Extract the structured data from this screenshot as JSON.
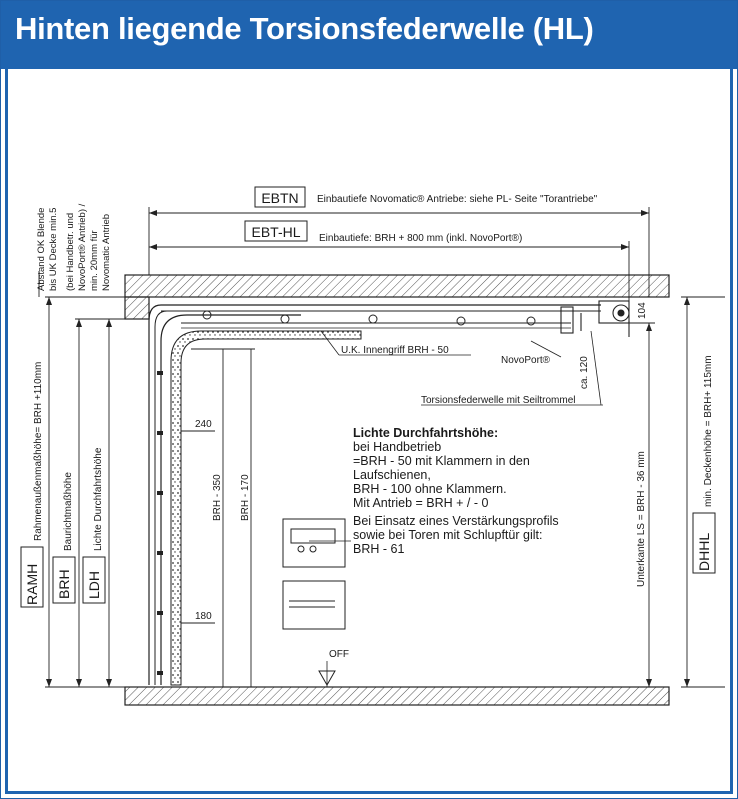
{
  "title": "Hinten liegende Torsionsfederwelle (HL)",
  "top_labels": {
    "ebtn_box": "EBTN",
    "ebtn_text": "Einbautiefe Novomatic® Antriebe: siehe PL- Seite \"Torantriebe\"",
    "ebthl_box": "EBT-HL",
    "ebthl_text": "Einbautiefe: BRH + 800 mm (inkl. NovoPort®)"
  },
  "left_notes": {
    "line1": "Abstand OK Blende",
    "line2": "bis UK Decke min.5",
    "line3": "(bei Handbetr. und",
    "line4": "NovoPort® Antrieb) /",
    "line5": "min. 20mm für",
    "line6": "Novomatic Antrieb"
  },
  "vertical_dims": {
    "ramh_text": "Rahmenaußenmaßhöhe= BRH +110mm",
    "ramh_box": "RAMH",
    "brh_text": "Baurichtmaßhöhe",
    "brh_box": "BRH",
    "ldh_text": "Lichte Durchfahrtshöhe",
    "ldh_box": "LDH",
    "brh350": "BRH - 350",
    "brh170": "BRH - 170",
    "unterkante": "Unterkante LS = BRH - 36 mm",
    "deckenhoehe": "min. Deckenhöhe = BRH+ 115mm",
    "dhhl_box": "DHHL",
    "ca120": "ca. 120",
    "d104": "104"
  },
  "callouts": {
    "innengriff": "U.K. Innengriff  BRH - 50",
    "novoport": "NovoPort®",
    "torsion": "Torsionsfederwelle mit Seiltrommel",
    "d240": "240",
    "d180": "180",
    "off": "OFF"
  },
  "clearance": {
    "heading": "Lichte Durchfahrtshöhe:",
    "l1": "bei Handbetrieb",
    "l2": "=BRH - 50 mit Klammern in den",
    "l3": "Laufschienen,",
    "l4": "BRH - 100 ohne Klammern.",
    "l5": "Mit Antrieb = BRH + / - 0"
  },
  "profile_note": {
    "l1": "Bei Einsatz eines Verstärkungsprofils",
    "l2": "sowie bei Toren mit Schlupftür gilt:",
    "l3": "BRH - 61"
  }
}
